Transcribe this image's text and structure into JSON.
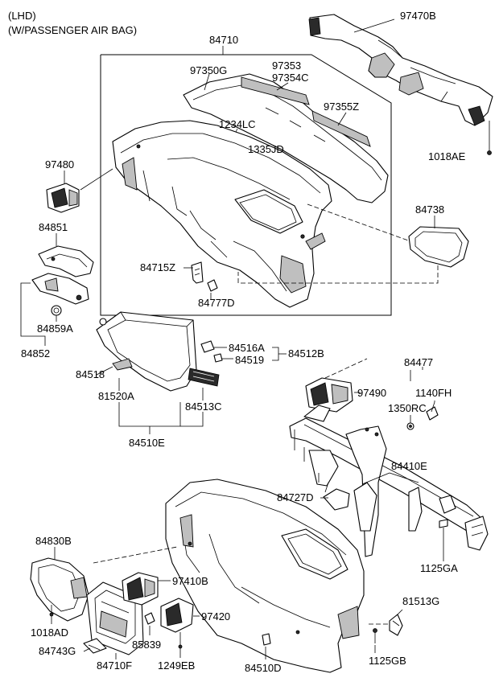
{
  "header": {
    "line1": "(LHD)",
    "line2": "(W/PASSENGER AIR BAG)"
  },
  "parts": {
    "p97470B": "97470B",
    "p84710": "84710",
    "p97350G": "97350G",
    "p97353": "97353",
    "p97354C": "97354C",
    "p97355Z": "97355Z",
    "p1234LC": "1234LC",
    "p1335JD": "1335JD",
    "p1018AE": "1018AE",
    "p97480": "97480",
    "p84738": "84738",
    "p84851": "84851",
    "p84715Z": "84715Z",
    "p84777D": "84777D",
    "p84859A": "84859A",
    "p84852": "84852",
    "p84516A": "84516A",
    "p84512B": "84512B",
    "p84519": "84519",
    "p84518": "84518",
    "p84477": "84477",
    "p97490": "97490",
    "p1140FH": "1140FH",
    "p81520A": "81520A",
    "p1350RC": "1350RC",
    "p84513C": "84513C",
    "p84510E": "84510E",
    "p84410E": "84410E",
    "p84727D": "84727D",
    "p84830B": "84830B",
    "p1125GA": "1125GA",
    "p97410B": "97410B",
    "p81513G": "81513G",
    "p97420": "97420",
    "p1018AD": "1018AD",
    "p85839": "85839",
    "p84743G": "84743G",
    "p84710F": "84710F",
    "p1249EB": "1249EB",
    "p1125GB": "1125GB",
    "p84510D": "84510D"
  }
}
